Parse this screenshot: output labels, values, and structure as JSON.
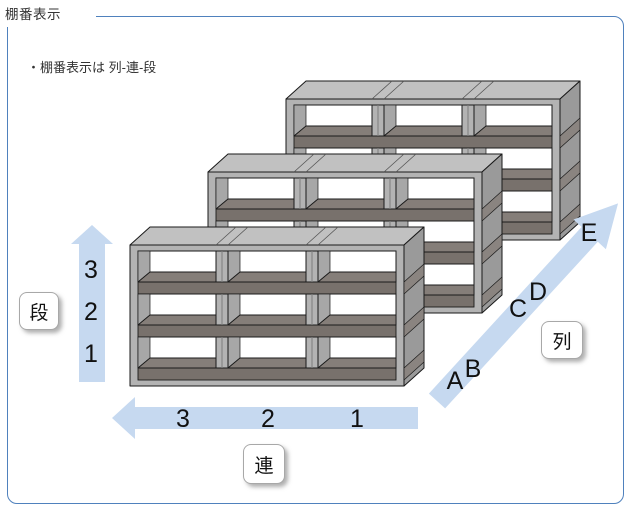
{
  "page": {
    "title": "棚番表示",
    "note": "・棚番表示は 列-連-段"
  },
  "colors": {
    "border-blue": "#4f81bd",
    "arrow-blue": "#c6d9f0",
    "shelf-front": "#b3b3b3",
    "shelf-top": "#c1c1c1",
    "shelf-side": "#9a9a9a",
    "shelf-wall": "#a7a7a7",
    "shelf-floor": "#857e79",
    "shelf-band": "#78716c",
    "shelf-sideband": "#8a8480",
    "outline": "#1a1a1a"
  },
  "diagram": {
    "dan": {
      "label": "段",
      "values": [
        "3",
        "2",
        "1"
      ]
    },
    "ren": {
      "label": "連",
      "values": [
        "3",
        "2",
        "1"
      ]
    },
    "retsu": {
      "label": "列",
      "values": [
        "A",
        "B",
        "C",
        "D",
        "E"
      ]
    }
  }
}
